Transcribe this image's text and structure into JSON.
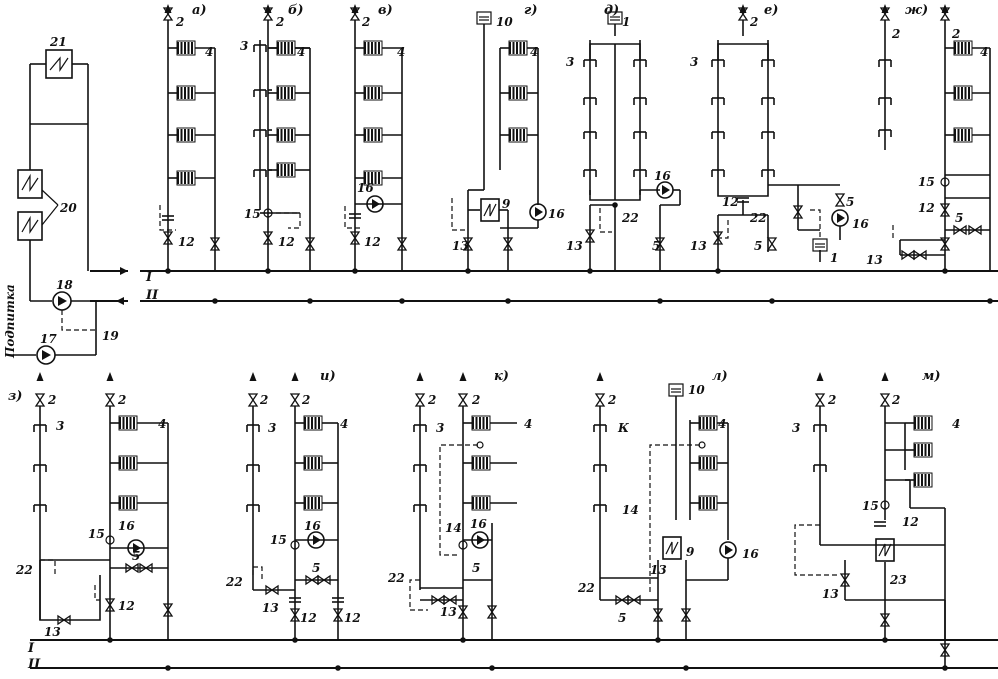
{
  "diagram": {
    "main_lines": {
      "upper": "I",
      "lower": "II"
    },
    "source": {
      "makeup_label": "Подпитка",
      "items": [
        "21",
        "20",
        "18",
        "17",
        "19"
      ]
    },
    "schemes": [
      {
        "letter": "а)",
        "nums": [
          "2",
          "4",
          "12"
        ]
      },
      {
        "letter": "б)",
        "nums": [
          "3",
          "2",
          "4",
          "15",
          "12"
        ]
      },
      {
        "letter": "в)",
        "nums": [
          "2",
          "4",
          "16",
          "12"
        ]
      },
      {
        "letter": "г)",
        "nums": [
          "10",
          "4",
          "9",
          "16",
          "13"
        ]
      },
      {
        "letter": "д)",
        "nums": [
          "1",
          "3",
          "16",
          "22",
          "13",
          "5"
        ]
      },
      {
        "letter": "е)",
        "nums": [
          "2",
          "3",
          "12",
          "22",
          "16",
          "5",
          "13",
          "5",
          "1"
        ]
      },
      {
        "letter": "ж)",
        "nums": [
          "2",
          "2",
          "4",
          "15",
          "12",
          "5",
          "13"
        ]
      },
      {
        "letter": "з)",
        "nums": [
          "2",
          "2",
          "3",
          "4",
          "15",
          "16",
          "5",
          "22",
          "12",
          "13"
        ]
      },
      {
        "letter": "и)",
        "nums": [
          "2",
          "2",
          "3",
          "4",
          "15",
          "16",
          "5",
          "22",
          "13",
          "12",
          "12"
        ]
      },
      {
        "letter": "к)",
        "nums": [
          "2",
          "2",
          "3",
          "4",
          "14",
          "16",
          "5",
          "22",
          "13"
        ]
      },
      {
        "letter": "л)",
        "nums": [
          "10",
          "2",
          "К",
          "4",
          "14",
          "9",
          "16",
          "13",
          "22",
          "5"
        ]
      },
      {
        "letter": "м)",
        "nums": [
          "2",
          "2",
          "3",
          "4",
          "15",
          "12",
          "23",
          "13"
        ]
      }
    ]
  }
}
